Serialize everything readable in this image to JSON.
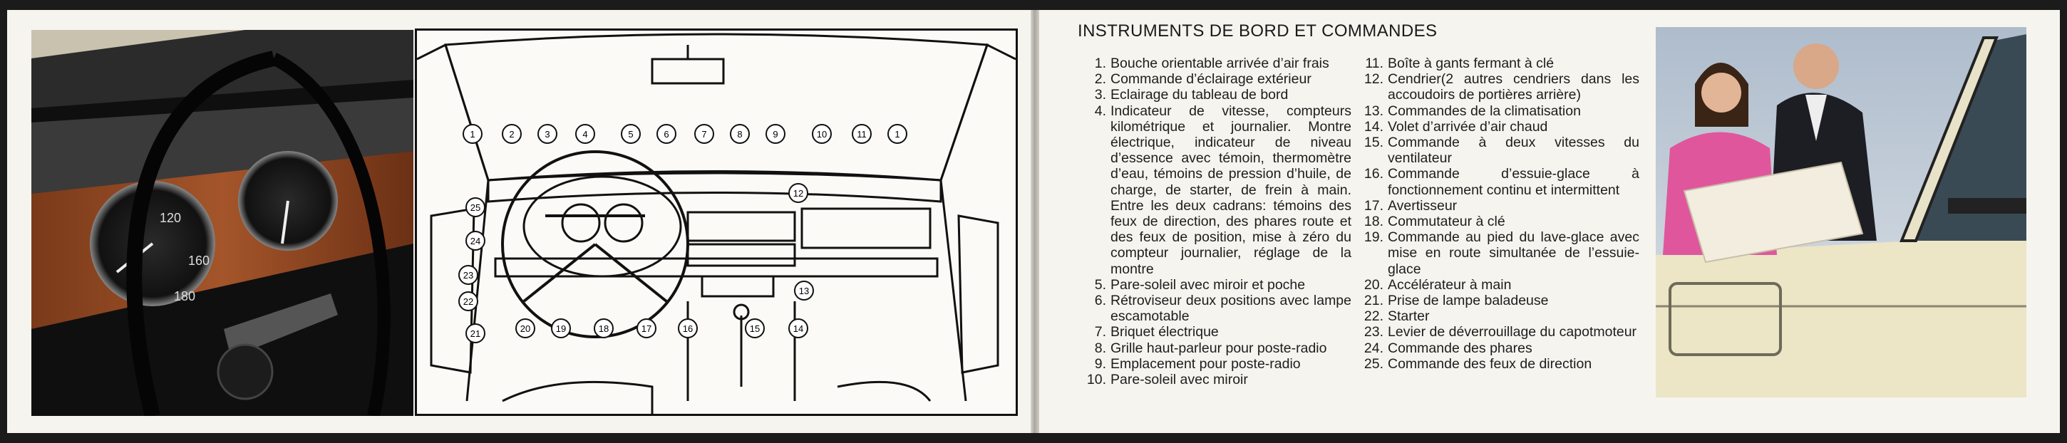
{
  "heading": "INSTRUMENTS DE BORD ET COMMANDES",
  "diagram_callouts": [
    "1",
    "2",
    "3",
    "4",
    "5",
    "6",
    "7",
    "8",
    "9",
    "10",
    "11",
    "1",
    "12",
    "13",
    "14",
    "15",
    "16",
    "17",
    "18",
    "19",
    "20",
    "21",
    "22",
    "23",
    "24",
    "25"
  ],
  "legend_left": [
    {
      "num": "1.",
      "text": "Bouche orientable arrivée d’air frais"
    },
    {
      "num": "2.",
      "text": "Commande d’éclairage extérieur"
    },
    {
      "num": "3.",
      "text": "Eclairage du tableau de bord"
    },
    {
      "num": "4.",
      "text": "Indicateur de vitesse, compteurs kilométrique et journalier. Montre électrique, indicateur de niveau d’essence avec témoin, thermomètre d’eau, témoins de pression d’huile, de charge, de starter, de frein à main. Entre les deux cadrans: témoins des feux de direction, des phares route et des feux de position, mise à zéro du compteur journalier, réglage de la montre"
    },
    {
      "num": "5.",
      "text": "Pare-soleil avec miroir et poche"
    },
    {
      "num": "6.",
      "text": "Rétroviseur deux positions avec lampe escamotable"
    },
    {
      "num": "7.",
      "text": "Briquet électrique"
    },
    {
      "num": "8.",
      "text": "Grille haut-parleur pour poste-radio"
    },
    {
      "num": "9.",
      "text": "Emplacement pour poste-radio"
    },
    {
      "num": "10.",
      "text": "Pare-soleil avec miroir"
    }
  ],
  "legend_right": [
    {
      "num": "11.",
      "text": "Boîte à gants fermant à clé"
    },
    {
      "num": "12.",
      "text": "Cendrier(2 autres cendriers dans les accoudoirs de portières arrière)"
    },
    {
      "num": "13.",
      "text": "Commandes de la climatisation"
    },
    {
      "num": "14.",
      "text": "Volet d’arrivée d’air chaud"
    },
    {
      "num": "15.",
      "text": "Commande à deux vitesses du ventilateur"
    },
    {
      "num": "16.",
      "text": "Commande d’essuie-glace à fonctionnement continu et intermittent"
    },
    {
      "num": "17.",
      "text": "Avertisseur"
    },
    {
      "num": "18.",
      "text": "Commutateur à clé"
    },
    {
      "num": "19.",
      "text": "Commande au pied du lave-glace avec mise en route simultanée de l’essuie-glace"
    },
    {
      "num": "20.",
      "text": "Accélérateur à main"
    },
    {
      "num": "21.",
      "text": "Prise de lampe baladeuse"
    },
    {
      "num": "22.",
      "text": "Starter"
    },
    {
      "num": "23.",
      "text": "Levier de déverrouillage du capotmoteur"
    },
    {
      "num": "24.",
      "text": "Commande des phares"
    },
    {
      "num": "25.",
      "text": "Commande des feux de direction"
    }
  ],
  "speedo_ticks": [
    "120",
    "160",
    "180"
  ]
}
